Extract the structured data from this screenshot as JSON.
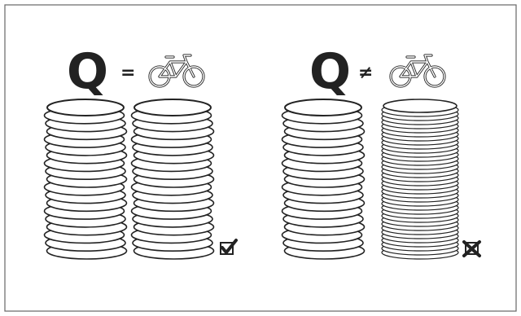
{
  "panels": [
    {
      "letter": "Q",
      "operator": "=",
      "icon": "bicycle-icon",
      "stacks": [
        {
          "style": "thick-coins",
          "count": 18
        },
        {
          "style": "thick-coins",
          "count": 18
        }
      ],
      "result_icon": "checkmark-icon"
    },
    {
      "letter": "Q",
      "operator": "≠",
      "icon": "bicycle-icon",
      "stacks": [
        {
          "style": "thick-coins",
          "count": 18
        },
        {
          "style": "thin-coins",
          "count": 36
        }
      ],
      "result_icon": "cross-icon"
    }
  ],
  "colors": {
    "stroke": "#222222",
    "background": "#ffffff",
    "frame": "#555555"
  }
}
